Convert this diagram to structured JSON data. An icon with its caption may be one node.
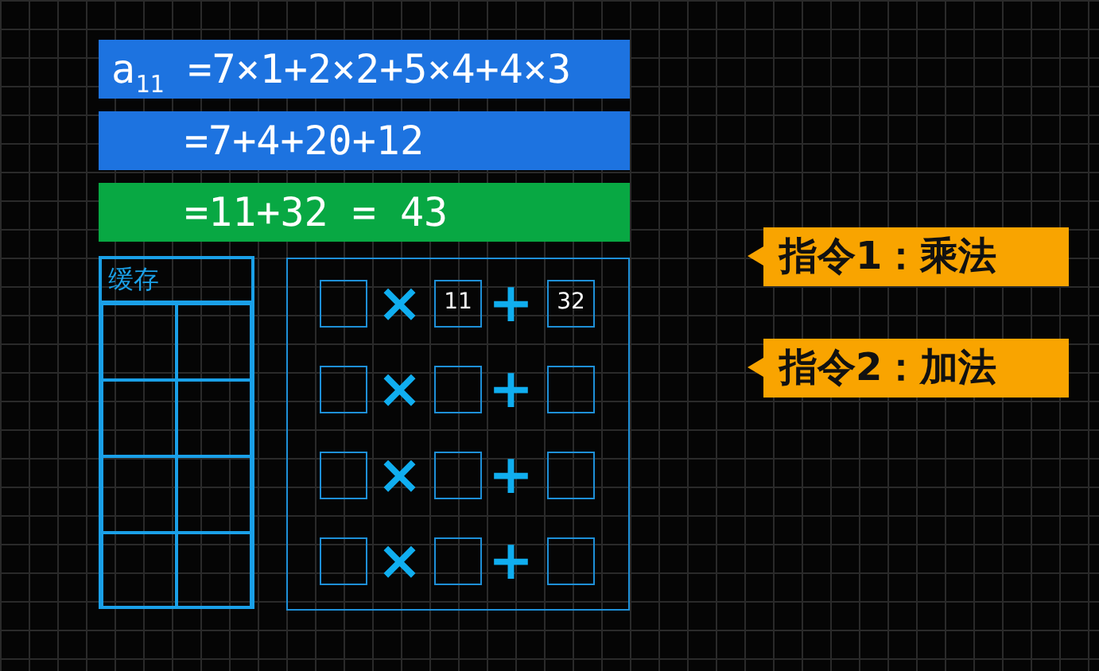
{
  "diagram": {
    "nodes": [
      {
        "text": [
          "a$_{11}$ =7×1+2×2+5×4+4×3"
        ]
      },
      {
        "text": [
          "=7+4+20+12"
        ]
      },
      {
        "text": [
          "=11+32 = 43"
        ]
      },
      {
        "text": [
          "缓存"
        ]
      },
      {
        "text": [],
        "shape": "box",
        "in": 3
      },
      {
        "text": [],
        "shape": "box",
        "in": 3
      },
      {
        "text": [],
        "shape": "box",
        "in": 3
      },
      {
        "text": [],
        "shape": "box",
        "in": 3
      },
      {
        "text": [],
        "shape": "box",
        "in": 3
      },
      {
        "text": [],
        "shape": "box",
        "in": 3
      },
      {
        "text": [],
        "shape": "box",
        "in": 3
      },
      {
        "text": [],
        "shape": "box",
        "in": 3
      },
      {
        "text": [],
        "shape": "box"
      },
      {
        "text": [],
        "shape": "box",
        "in": 12
      },
      {
        "text": [
          "11"
        ],
        "in": 12
      },
      {
        "text": [
          "32"
        ],
        "in": 12
      },
      {
        "text": [],
        "shape": "box",
        "in": 12
      },
      {
        "text": [],
        "shape": "box",
        "in": 12
      },
      {
        "text": [],
        "shape": "box",
        "in": 12
      },
      {
        "text": [],
        "shape": "box",
        "in": 12
      },
      {
        "text": [],
        "shape": "box",
        "in": 12
      },
      {
        "text": [],
        "shape": "box",
        "in": 12
      },
      {
        "text": [],
        "shape": "box",
        "in": 12
      },
      {
        "text": [],
        "shape": "box",
        "in": 12
      },
      {
        "text": [],
        "shape": "box",
        "in": 12
      },
      {
        "text": [
          "指令1：乘法"
        ]
      },
      {
        "text": [
          "指令2：加法"
        ]
      }
    ],
    "edges": [],
    "labels": [
      "×",
      "+",
      "×",
      "+",
      "×",
      "+",
      "×",
      "+"
    ]
  }
}
